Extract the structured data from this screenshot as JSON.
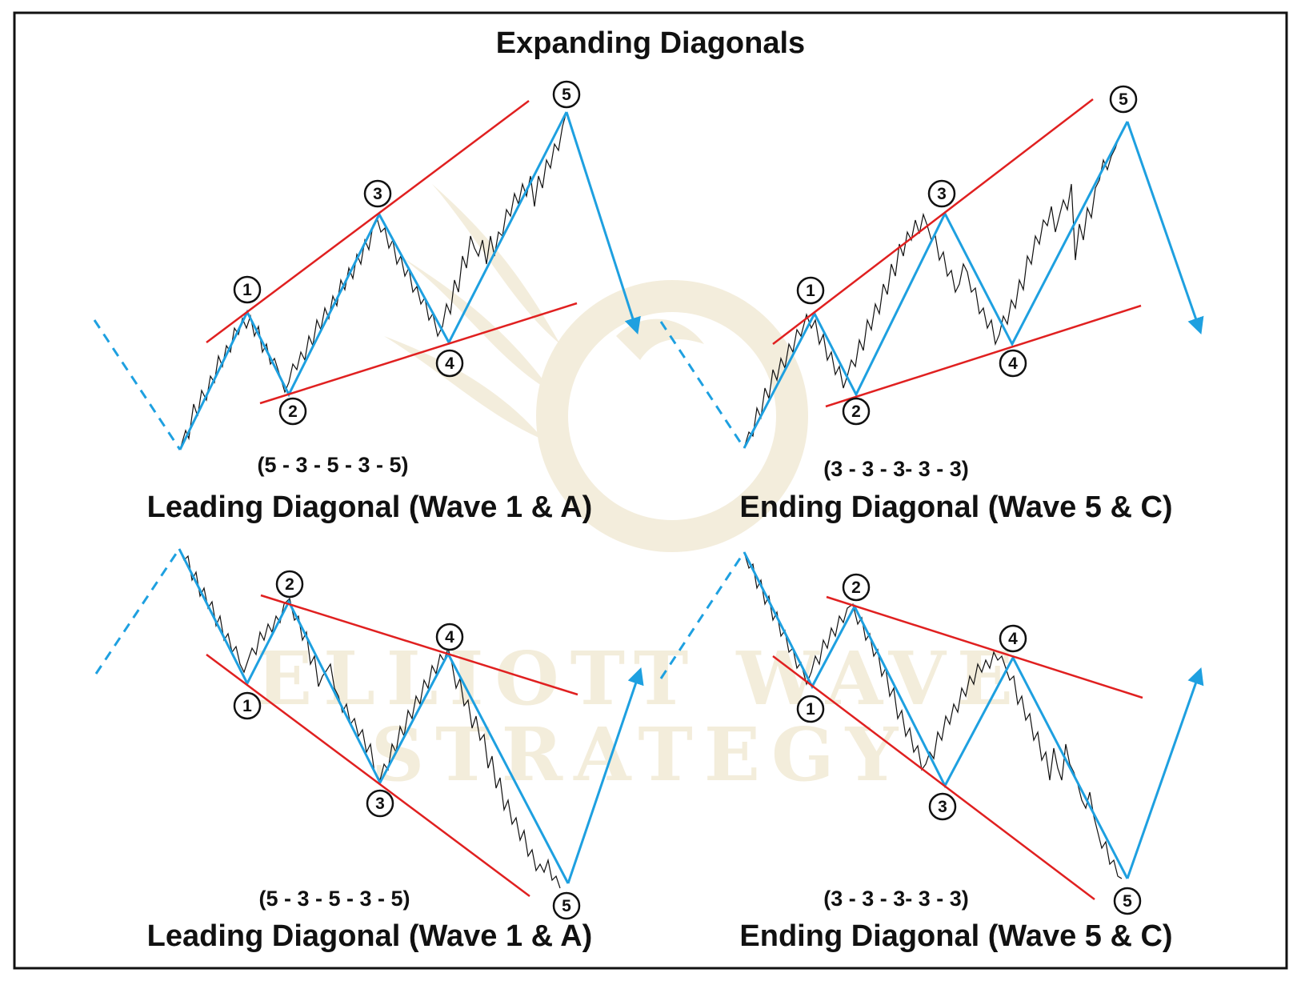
{
  "title": "Expanding Diagonals",
  "watermark": {
    "line1": "ELLIOTT WAVE",
    "line2": "STRATEGY",
    "color": "#efe7d0"
  },
  "colors": {
    "trendline": "#e02020",
    "wave": "#1ea0e0",
    "price": "#111111"
  },
  "panels": [
    {
      "heading": "Leading Diagonal (Wave 1 & A)",
      "structure": "(5 - 3 - 5 - 3 - 5)",
      "direction": "up",
      "labels": [
        "1",
        "2",
        "3",
        "4",
        "5"
      ]
    },
    {
      "heading": "Ending Diagonal (Wave 5 & C)",
      "structure": "(3 - 3 - 3- 3 - 3)",
      "direction": "up",
      "labels": [
        "1",
        "2",
        "3",
        "4",
        "5"
      ]
    },
    {
      "heading": "Leading Diagonal (Wave 1 & A)",
      "structure": "(5 - 3 - 5 - 3 - 5)",
      "direction": "down",
      "labels": [
        "1",
        "2",
        "3",
        "4",
        "5"
      ]
    },
    {
      "heading": "Ending Diagonal (Wave 5 & C)",
      "structure": "(3 - 3 - 3- 3 - 3)",
      "direction": "down",
      "labels": [
        "1",
        "2",
        "3",
        "4",
        "5"
      ]
    }
  ]
}
